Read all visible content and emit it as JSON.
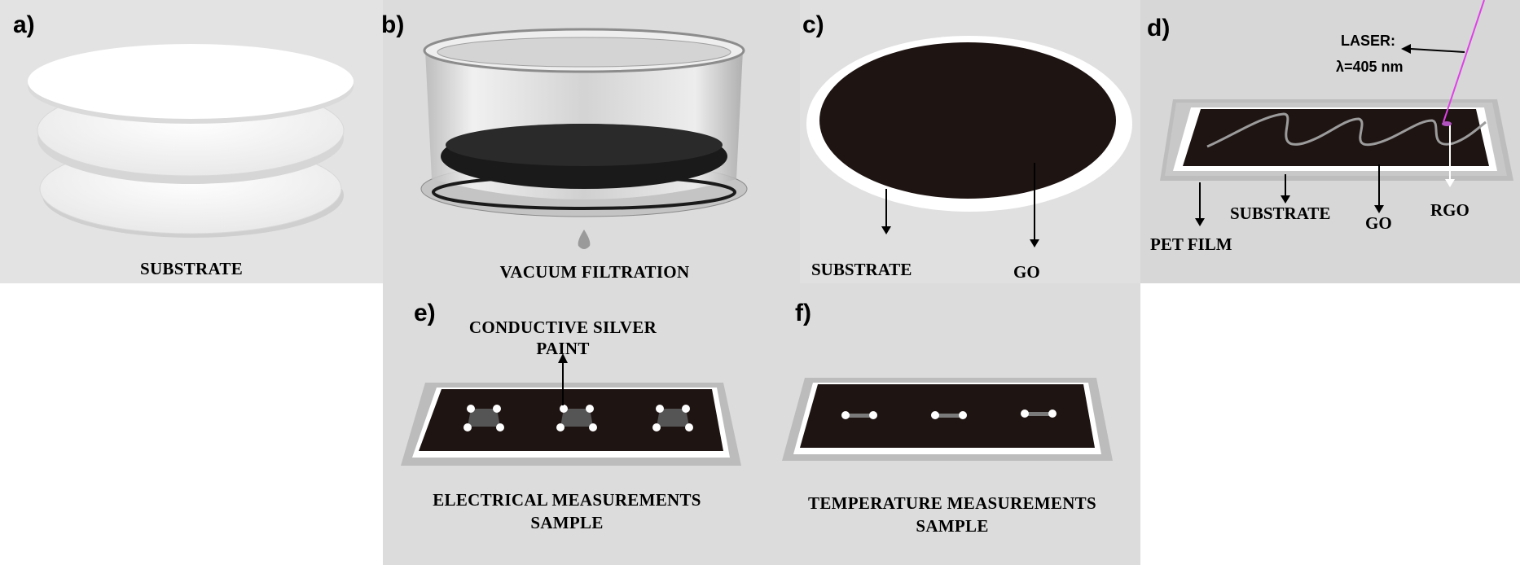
{
  "panels": {
    "a": {
      "label": "a)",
      "caption": "SUBSTRATE"
    },
    "b": {
      "label": "b)",
      "caption": "VACUUM FILTRATION"
    },
    "c": {
      "label": "c)",
      "substrate": "SUBSTRATE",
      "go": "GO"
    },
    "d": {
      "label": "d)",
      "laser_line1": "LASER:",
      "laser_line2": "λ=405 nm",
      "pet": "PET FILM",
      "substrate": "SUBSTRATE",
      "go": "GO",
      "rgo": "RGO"
    },
    "e": {
      "label": "e)",
      "paint_line1": "CONDUCTIVE SILVER",
      "paint_line2": "PAINT",
      "caption_line1": "ELECTRICAL MEASUREMENTS",
      "caption_line2": "SAMPLE"
    },
    "f": {
      "label": "f)",
      "caption_line1": "TEMPERATURE MEASUREMENTS",
      "caption_line2": "SAMPLE"
    }
  },
  "colors": {
    "panel_bg": "#e0e0e0",
    "film": "#1e1412",
    "substrate": "#ffffff",
    "laser": "#e040e8",
    "arrow": "#000000"
  }
}
